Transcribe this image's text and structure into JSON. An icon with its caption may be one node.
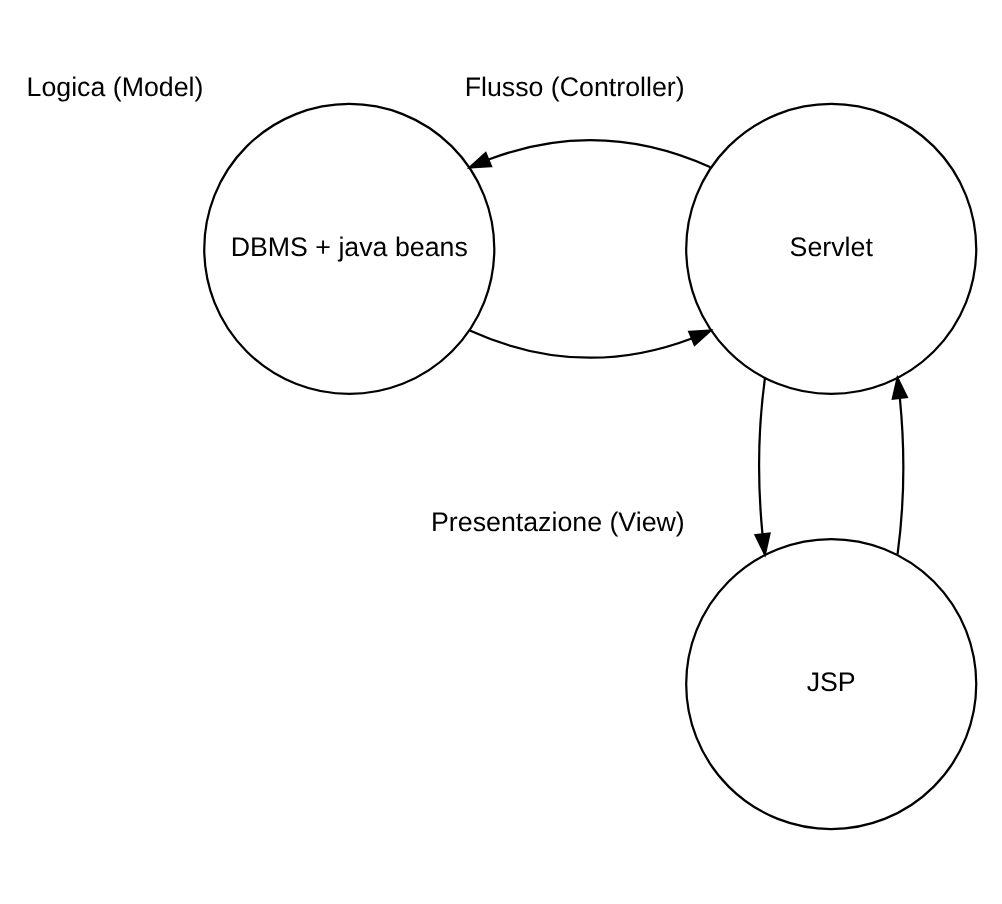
{
  "diagram": {
    "nodes": [
      {
        "text": [
          "Logica (Model)",
          "DBMS + java beans"
        ]
      },
      {
        "text": [
          "Flusso (Controller)",
          "Servlet"
        ]
      },
      {
        "text": [
          "Presentazione (View)",
          "JSP"
        ]
      }
    ],
    "edges": [
      {
        "from": 0,
        "to": 1,
        "arrow": "to"
      },
      {
        "from": 1,
        "to": 0,
        "arrow": "to"
      },
      {
        "from": 1,
        "to": 2,
        "arrow": "to"
      },
      {
        "from": 2,
        "to": 1,
        "arrow": "to"
      }
    ]
  }
}
